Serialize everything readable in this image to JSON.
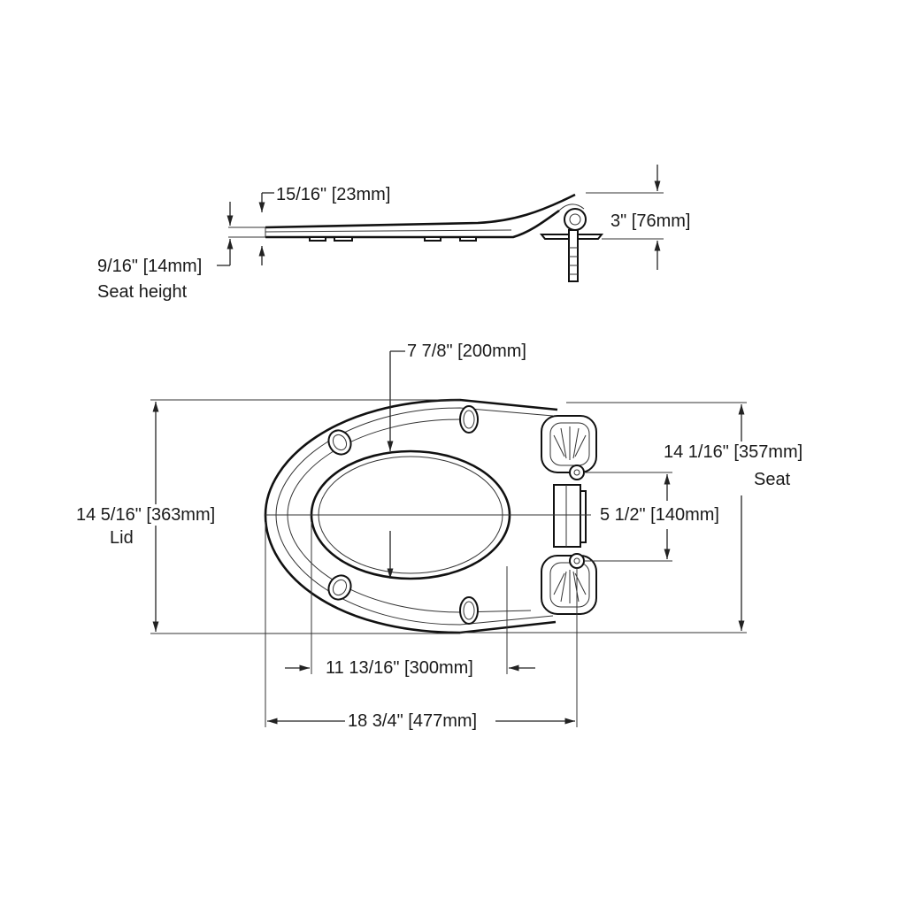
{
  "side_view": {
    "lid_thickness": "15/16\" [23mm]",
    "seat_height": "9/16\" [14mm]",
    "seat_height_caption": "Seat height",
    "hinge_height": "3\" [76mm]"
  },
  "top_view": {
    "opening_length": "7 7/8\" [200mm]",
    "seat_width": "14 1/16\" [357mm]",
    "seat_width_caption": "Seat",
    "lid_width": "14 5/16\" [363mm]",
    "lid_width_caption": "Lid",
    "hinge_spacing": "5 1/2\" [140mm]",
    "opening_to_hinge": "11 13/16\" [300mm]",
    "overall_length": "18 3/4\" [477mm]"
  }
}
